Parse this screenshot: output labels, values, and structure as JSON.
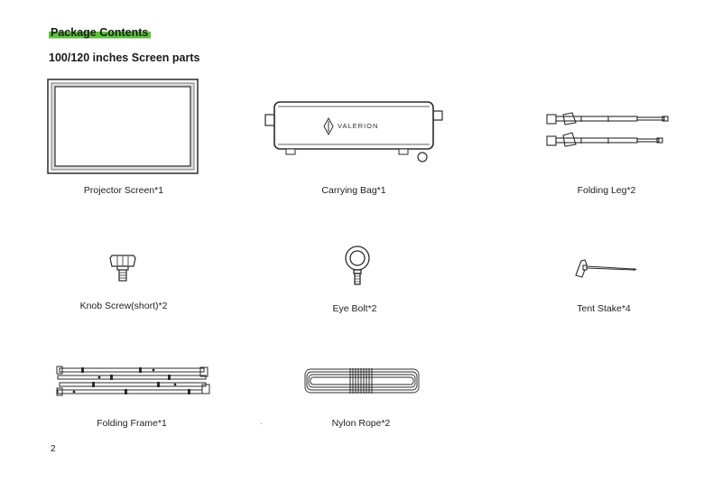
{
  "section_title": "Package Contents",
  "subtitle": "100/120 inches Screen parts",
  "colors": {
    "highlight": "#5bc23b",
    "line": "#2b2b2b"
  },
  "items": [
    {
      "label": "Projector Screen*1",
      "icon": "projector-screen-icon"
    },
    {
      "label": "Carrying Bag*1",
      "icon": "carrying-bag-icon",
      "brand": "VALERION"
    },
    {
      "label": "Folding Leg*2",
      "icon": "folding-leg-icon"
    },
    {
      "label": "Knob Screw(short)*2",
      "icon": "knob-screw-icon"
    },
    {
      "label": "Eye Bolt*2",
      "icon": "eye-bolt-icon"
    },
    {
      "label": "Tent Stake*4",
      "icon": "tent-stake-icon"
    },
    {
      "label": "Folding Frame*1",
      "icon": "folding-frame-icon"
    },
    {
      "label": "Nylon Rope*2",
      "icon": "nylon-rope-icon"
    }
  ],
  "page_number": "2"
}
